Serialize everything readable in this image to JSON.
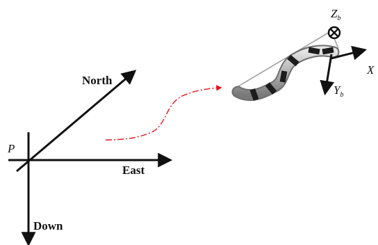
{
  "frame_ned": {
    "origin_label": "P",
    "north_label": "North",
    "east_label": "East",
    "down_label": "Down"
  },
  "body_frame": {
    "x_label": "X",
    "y_label": "Y",
    "y_sub": "b",
    "z_label": "Z",
    "z_sub": "b"
  },
  "colors": {
    "axis": "#111111",
    "trajectory": "#e0141a",
    "module_light": "#b9b9b9",
    "module_dark": "#1c1c1c",
    "guide_line": "#9a9a9a"
  },
  "icons": {
    "z_axis_symbol": "circle-cross-icon"
  }
}
